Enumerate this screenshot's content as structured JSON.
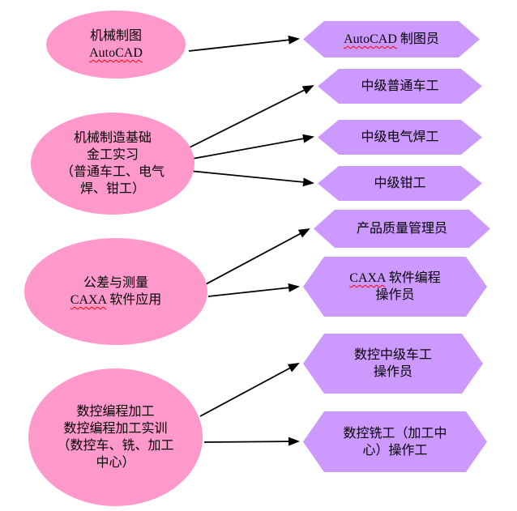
{
  "palette": {
    "course_fill": "#ff99cc",
    "certification_fill": "#cc99ff",
    "arrow_color": "#000000",
    "spellcheck_underline": "#ff0000",
    "background": "#ffffff",
    "text_color": "#000000"
  },
  "courses": [
    {
      "label": "机械制图 AutoCAD",
      "line1": "机械制图",
      "line2": "AutoCAD"
    },
    {
      "label": "机械制造基础 金工实习 （普通车工、电气焊、钳工）",
      "line1": "机械制造基础",
      "line2": "金工实习",
      "line3": "（普通车工、电气",
      "line4": "焊、钳工）"
    },
    {
      "label": "公差与测量 CAXA 软件应用",
      "line1": "公差与测量",
      "line2_word": "CAXA",
      "line2_rest": " 软件应用"
    },
    {
      "label": "数控编程加工 数控编程加工实训 （数控车、铣、加工中心）",
      "line1": "数控编程加工",
      "line2": "数控编程加工实训",
      "line3": "（数控车、铣、加工",
      "line4": "中心）"
    }
  ],
  "certifications": [
    {
      "label": "AutoCAD 制图员",
      "word": "AutoCAD",
      "rest": " 制图员"
    },
    {
      "label": "中级普通车工",
      "line1": "中级普通车工"
    },
    {
      "label": "中级电气焊工",
      "line1": "中级电气焊工"
    },
    {
      "label": "中级钳工",
      "line1": "中级钳工"
    },
    {
      "label": "产品质量管理员",
      "line1": "产品质量管理员"
    },
    {
      "label": "CAXA 软件编程 操作员",
      "word": "CAXA",
      "rest": " 软件编程",
      "line2": "操作员"
    },
    {
      "label": "数控中级车工 操作员",
      "line1": "数控中级车工",
      "line2": "操作员"
    },
    {
      "label": "数控铣工（加工中心）操作工",
      "line1": "数控铣工（加工中",
      "line2": "心）操作工"
    }
  ],
  "connections": [
    {
      "course": 0,
      "cert": 0
    },
    {
      "course": 1,
      "cert": 1
    },
    {
      "course": 1,
      "cert": 2
    },
    {
      "course": 1,
      "cert": 3
    },
    {
      "course": 2,
      "cert": 4
    },
    {
      "course": 2,
      "cert": 5
    },
    {
      "course": 3,
      "cert": 6
    },
    {
      "course": 3,
      "cert": 7
    }
  ]
}
